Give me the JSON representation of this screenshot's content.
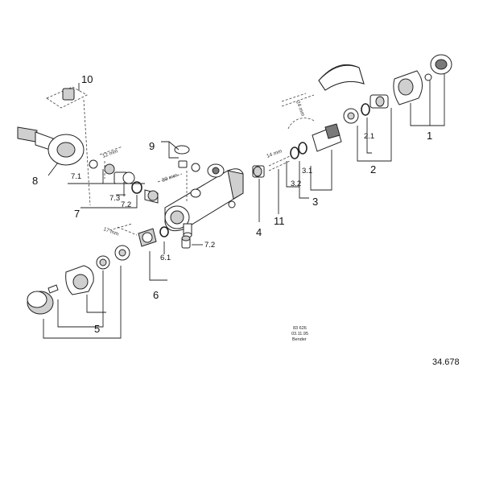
{
  "callouts": {
    "c1": "1",
    "c2": "2",
    "c2_1": "2.1",
    "c3": "3",
    "c3_1": "3.1",
    "c3_2": "3.2",
    "c4": "4",
    "c5": "5",
    "c6": "6",
    "c6_1": "6.1",
    "c7": "7",
    "c7_1": "7.1",
    "c7_2a": "7.2",
    "c7_2b": "7.2",
    "c7_3": "7.3",
    "c8": "8",
    "c9": "9",
    "c10": "10",
    "c11": "11"
  },
  "dimensions": {
    "d24": "24 mm",
    "d14": "14 mm",
    "d12": "12 mm",
    "d30": "30 mm",
    "d17": "17 mm"
  },
  "stamp": {
    "line1": "83 626",
    "line2": "03.11.95",
    "line3": "Bender"
  },
  "document_number": "34.678"
}
